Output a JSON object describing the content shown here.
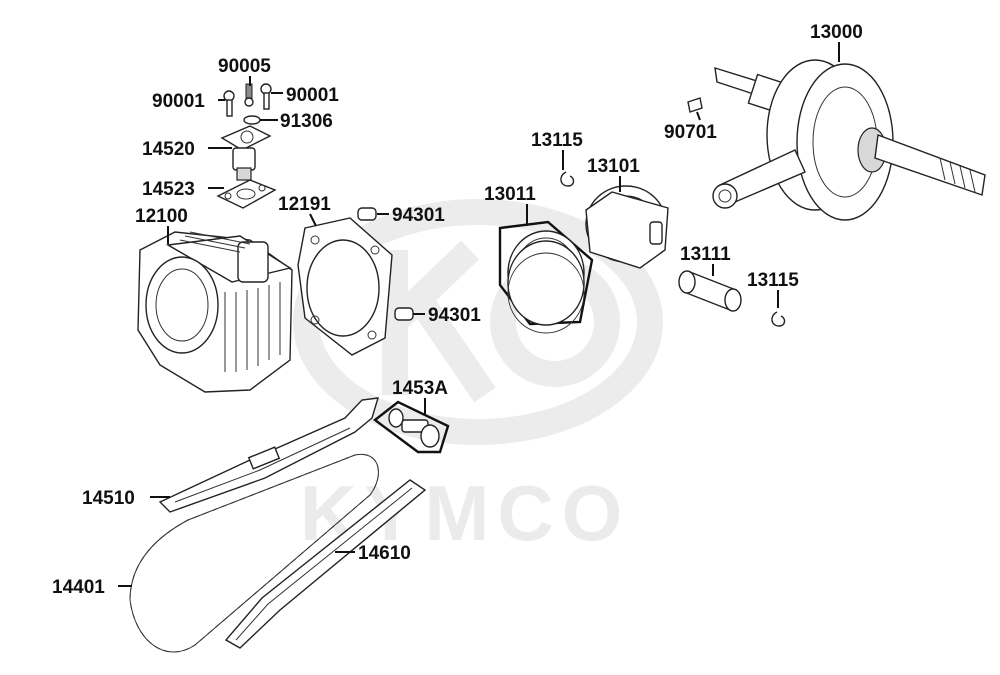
{
  "watermark": {
    "brand": "KYMCO"
  },
  "labels": {
    "p13000": "13000",
    "p90005": "90005",
    "p90001a": "90001",
    "p90001b": "90001",
    "p91306": "91306",
    "p14520": "14520",
    "p14523": "14523",
    "p12100": "12100",
    "p12191": "12191",
    "p94301a": "94301",
    "p94301b": "94301",
    "p13115a": "13115",
    "p13101": "13101",
    "p13011": "13011",
    "p90701": "90701",
    "p13111": "13111",
    "p13115b": "13115",
    "p1453A": "1453A",
    "p14510": "14510",
    "p14610": "14610",
    "p14401": "14401"
  }
}
